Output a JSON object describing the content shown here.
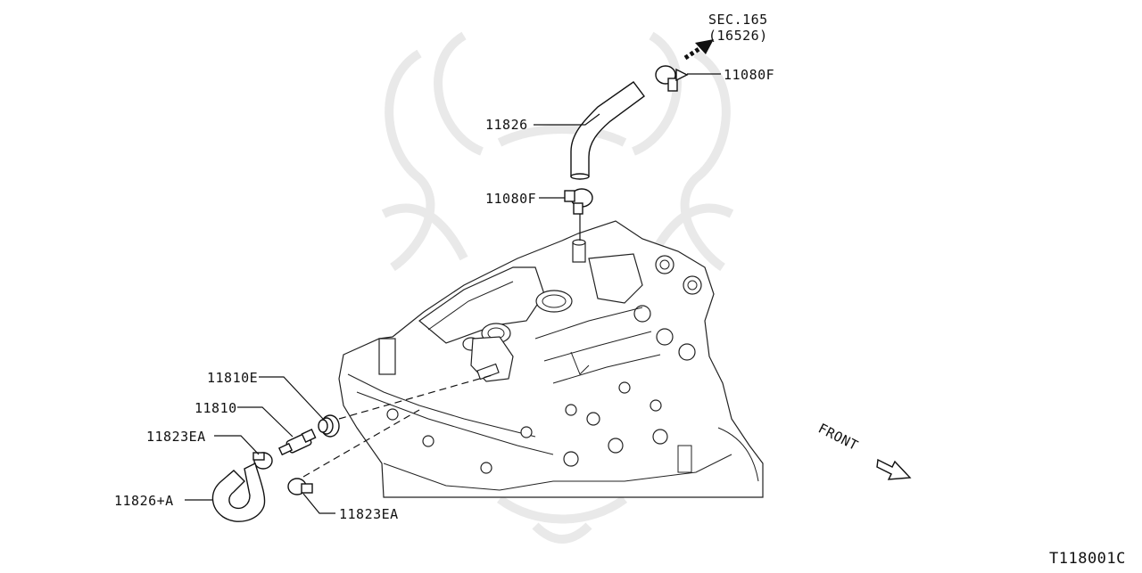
{
  "diagram": {
    "code": "T118001C",
    "front_label": "FRONT",
    "section_ref": {
      "line1": "SEC.165",
      "line2": "(16526)"
    },
    "parts": [
      {
        "id": "11080F-top",
        "label": "11080F"
      },
      {
        "id": "11826",
        "label": "11826"
      },
      {
        "id": "11080F-mid",
        "label": "11080F"
      },
      {
        "id": "11810E",
        "label": "11810E"
      },
      {
        "id": "11810",
        "label": "11810"
      },
      {
        "id": "11823EA-upper",
        "label": "11823EA"
      },
      {
        "id": "11826A",
        "label": "11826+A"
      },
      {
        "id": "11823EA-lower",
        "label": "11823EA"
      }
    ]
  }
}
